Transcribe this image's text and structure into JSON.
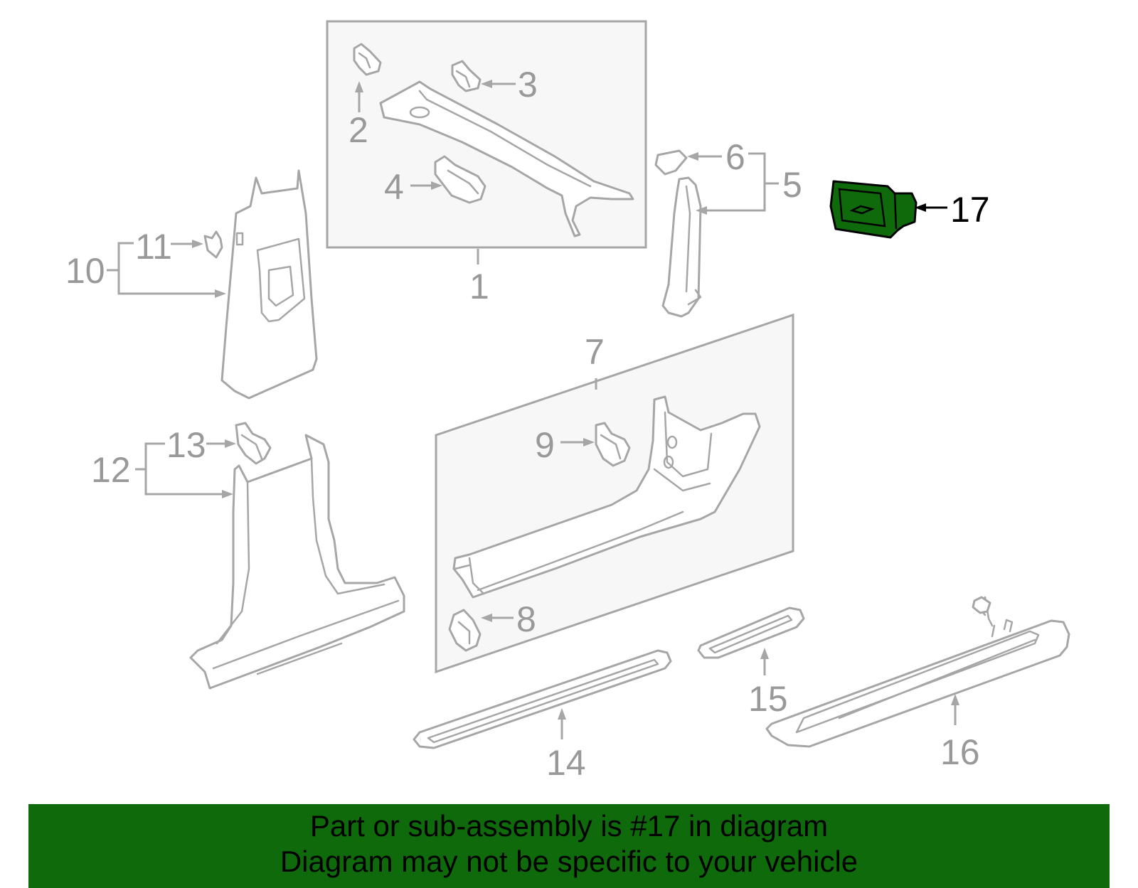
{
  "diagram": {
    "callouts": {
      "c1": "1",
      "c2": "2",
      "c3": "3",
      "c4": "4",
      "c5": "5",
      "c6": "6",
      "c7": "7",
      "c8": "8",
      "c9": "9",
      "c10": "10",
      "c11": "11",
      "c12": "12",
      "c13": "13",
      "c14": "14",
      "c15": "15",
      "c16": "16",
      "c17": "17"
    },
    "highlighted_part": "17",
    "colors": {
      "highlight": "#0f6a0b",
      "line": "#a6a6a6",
      "callout_text": "#999999"
    }
  },
  "banner": {
    "line1": "Part or sub-assembly is #17 in diagram",
    "line2": "Diagram may not be specific to your vehicle"
  }
}
